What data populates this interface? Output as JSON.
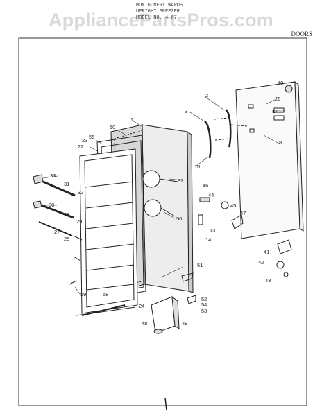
{
  "watermark": "AppliancePartsPros.com",
  "header": {
    "line1": "MONTGOMERY WARDS",
    "line2": "UPRIGHT FREEZER",
    "line3": "MODEL NO. 4-67"
  },
  "section_label": "DOORS",
  "parts": [
    "1",
    "2",
    "3",
    "8",
    "10",
    "13",
    "14",
    "17",
    "22",
    "23",
    "24",
    "25",
    "26",
    "27",
    "28",
    "29",
    "30",
    "31",
    "32",
    "33",
    "37",
    "40",
    "41",
    "42",
    "43",
    "44",
    "45",
    "46",
    "47",
    "48",
    "49",
    "50",
    "51",
    "52",
    "53",
    "54",
    "55",
    "56",
    "58",
    "59"
  ]
}
